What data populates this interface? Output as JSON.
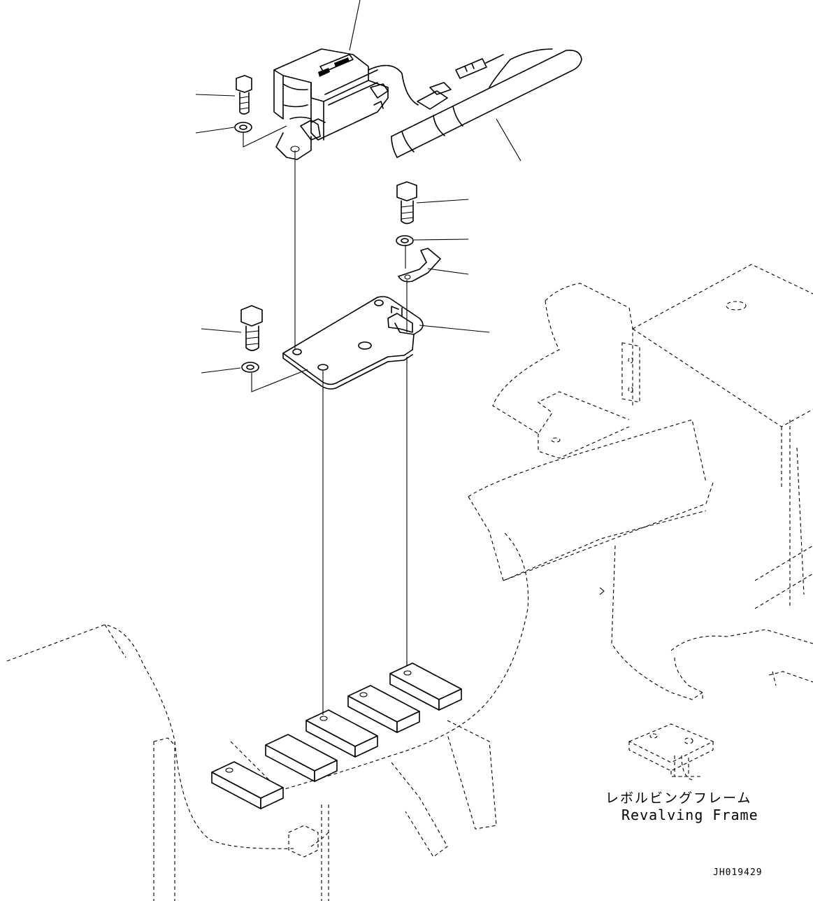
{
  "labels": {
    "frame_jp": "レボルビングフレーム",
    "frame_en": "Revalving Frame"
  },
  "drawing_code": "JH019429"
}
